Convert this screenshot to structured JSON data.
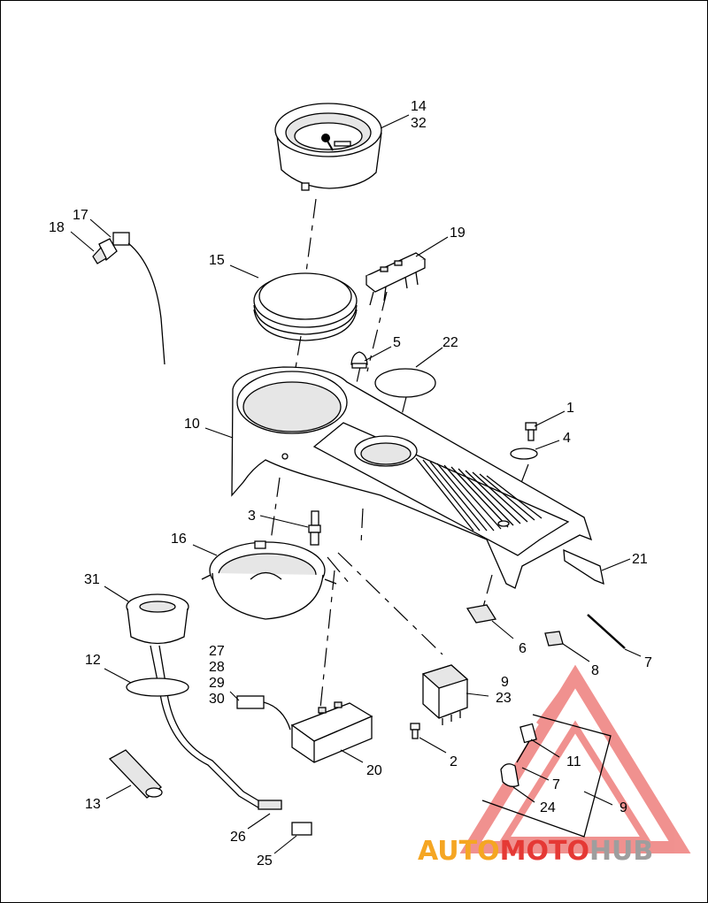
{
  "callouts": {
    "c1": "1",
    "c2": "2",
    "c3": "3",
    "c4": "4",
    "c5": "5",
    "c6": "6",
    "c7a": "7",
    "c7b": "7",
    "c8": "8",
    "c9a": "9",
    "c9b": "9",
    "c10": "10",
    "c11": "11",
    "c12": "12",
    "c13": "13",
    "c14": "14",
    "c32": "32",
    "c15": "15",
    "c16": "16",
    "c17": "17",
    "c18": "18",
    "c19": "19",
    "c20": "20",
    "c21": "21",
    "c22": "22",
    "c23": "23",
    "c24": "24",
    "c25": "25",
    "c26": "26",
    "c27": "27",
    "c28": "28",
    "c29": "29",
    "c30": "30",
    "c31": "31"
  },
  "watermark": {
    "brand_part1": "AUTO",
    "brand_part2": "MOTO",
    "brand_part3": "HUB",
    "color_orange": "#f5a623",
    "color_red": "#e53935",
    "color_gray": "#9e9e9e"
  }
}
